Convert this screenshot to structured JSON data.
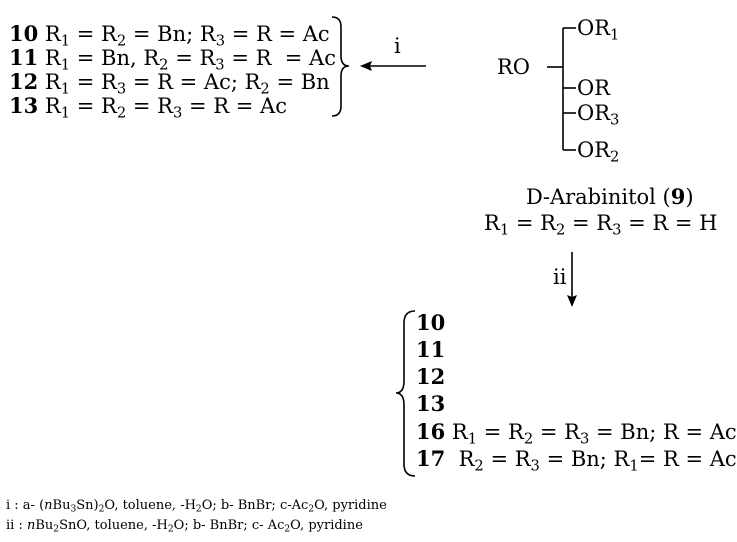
{
  "top_list": [
    {
      "num": "10",
      "def": "R1 = R2 = Bn; R3 = R = Ac"
    },
    {
      "num": "11",
      "def": "R1 = Bn, R2 = R3 = R = Ac"
    },
    {
      "num": "12",
      "def": "R1 = R3 = R = Ac; R2 = Bn"
    },
    {
      "num": "13",
      "def": "R1 = R2 = R3 = R = Ac"
    }
  ],
  "arrow_i_label": "i",
  "arrow_ii_label": "ii",
  "structure": {
    "ro": "RO",
    "or1": "OR1",
    "or": "OR",
    "or3": "OR3",
    "or2": "OR2"
  },
  "compound": {
    "prefix": "D",
    "name": "-Arabinitol",
    "num": "9",
    "def": "R1 = R2 = R3 = R = H"
  },
  "bottom_list": [
    {
      "num": "10",
      "def": ""
    },
    {
      "num": "11",
      "def": ""
    },
    {
      "num": "12",
      "def": ""
    },
    {
      "num": "13",
      "def": ""
    },
    {
      "num": "16",
      "def": "R1 = R2 = R3 = Bn; R = Ac"
    },
    {
      "num": "17",
      "def": "R2 = R3 = Bn; R1= R = Ac"
    }
  ],
  "footnotes": [
    "i : a- (nBu3Sn)2O, toluene, -H2O; b- BnBr; c-Ac2O, pyridine",
    "ii : nBu2SnO, toluene, -H2O; b- BnBr; c- Ac2O, pyridine"
  ]
}
